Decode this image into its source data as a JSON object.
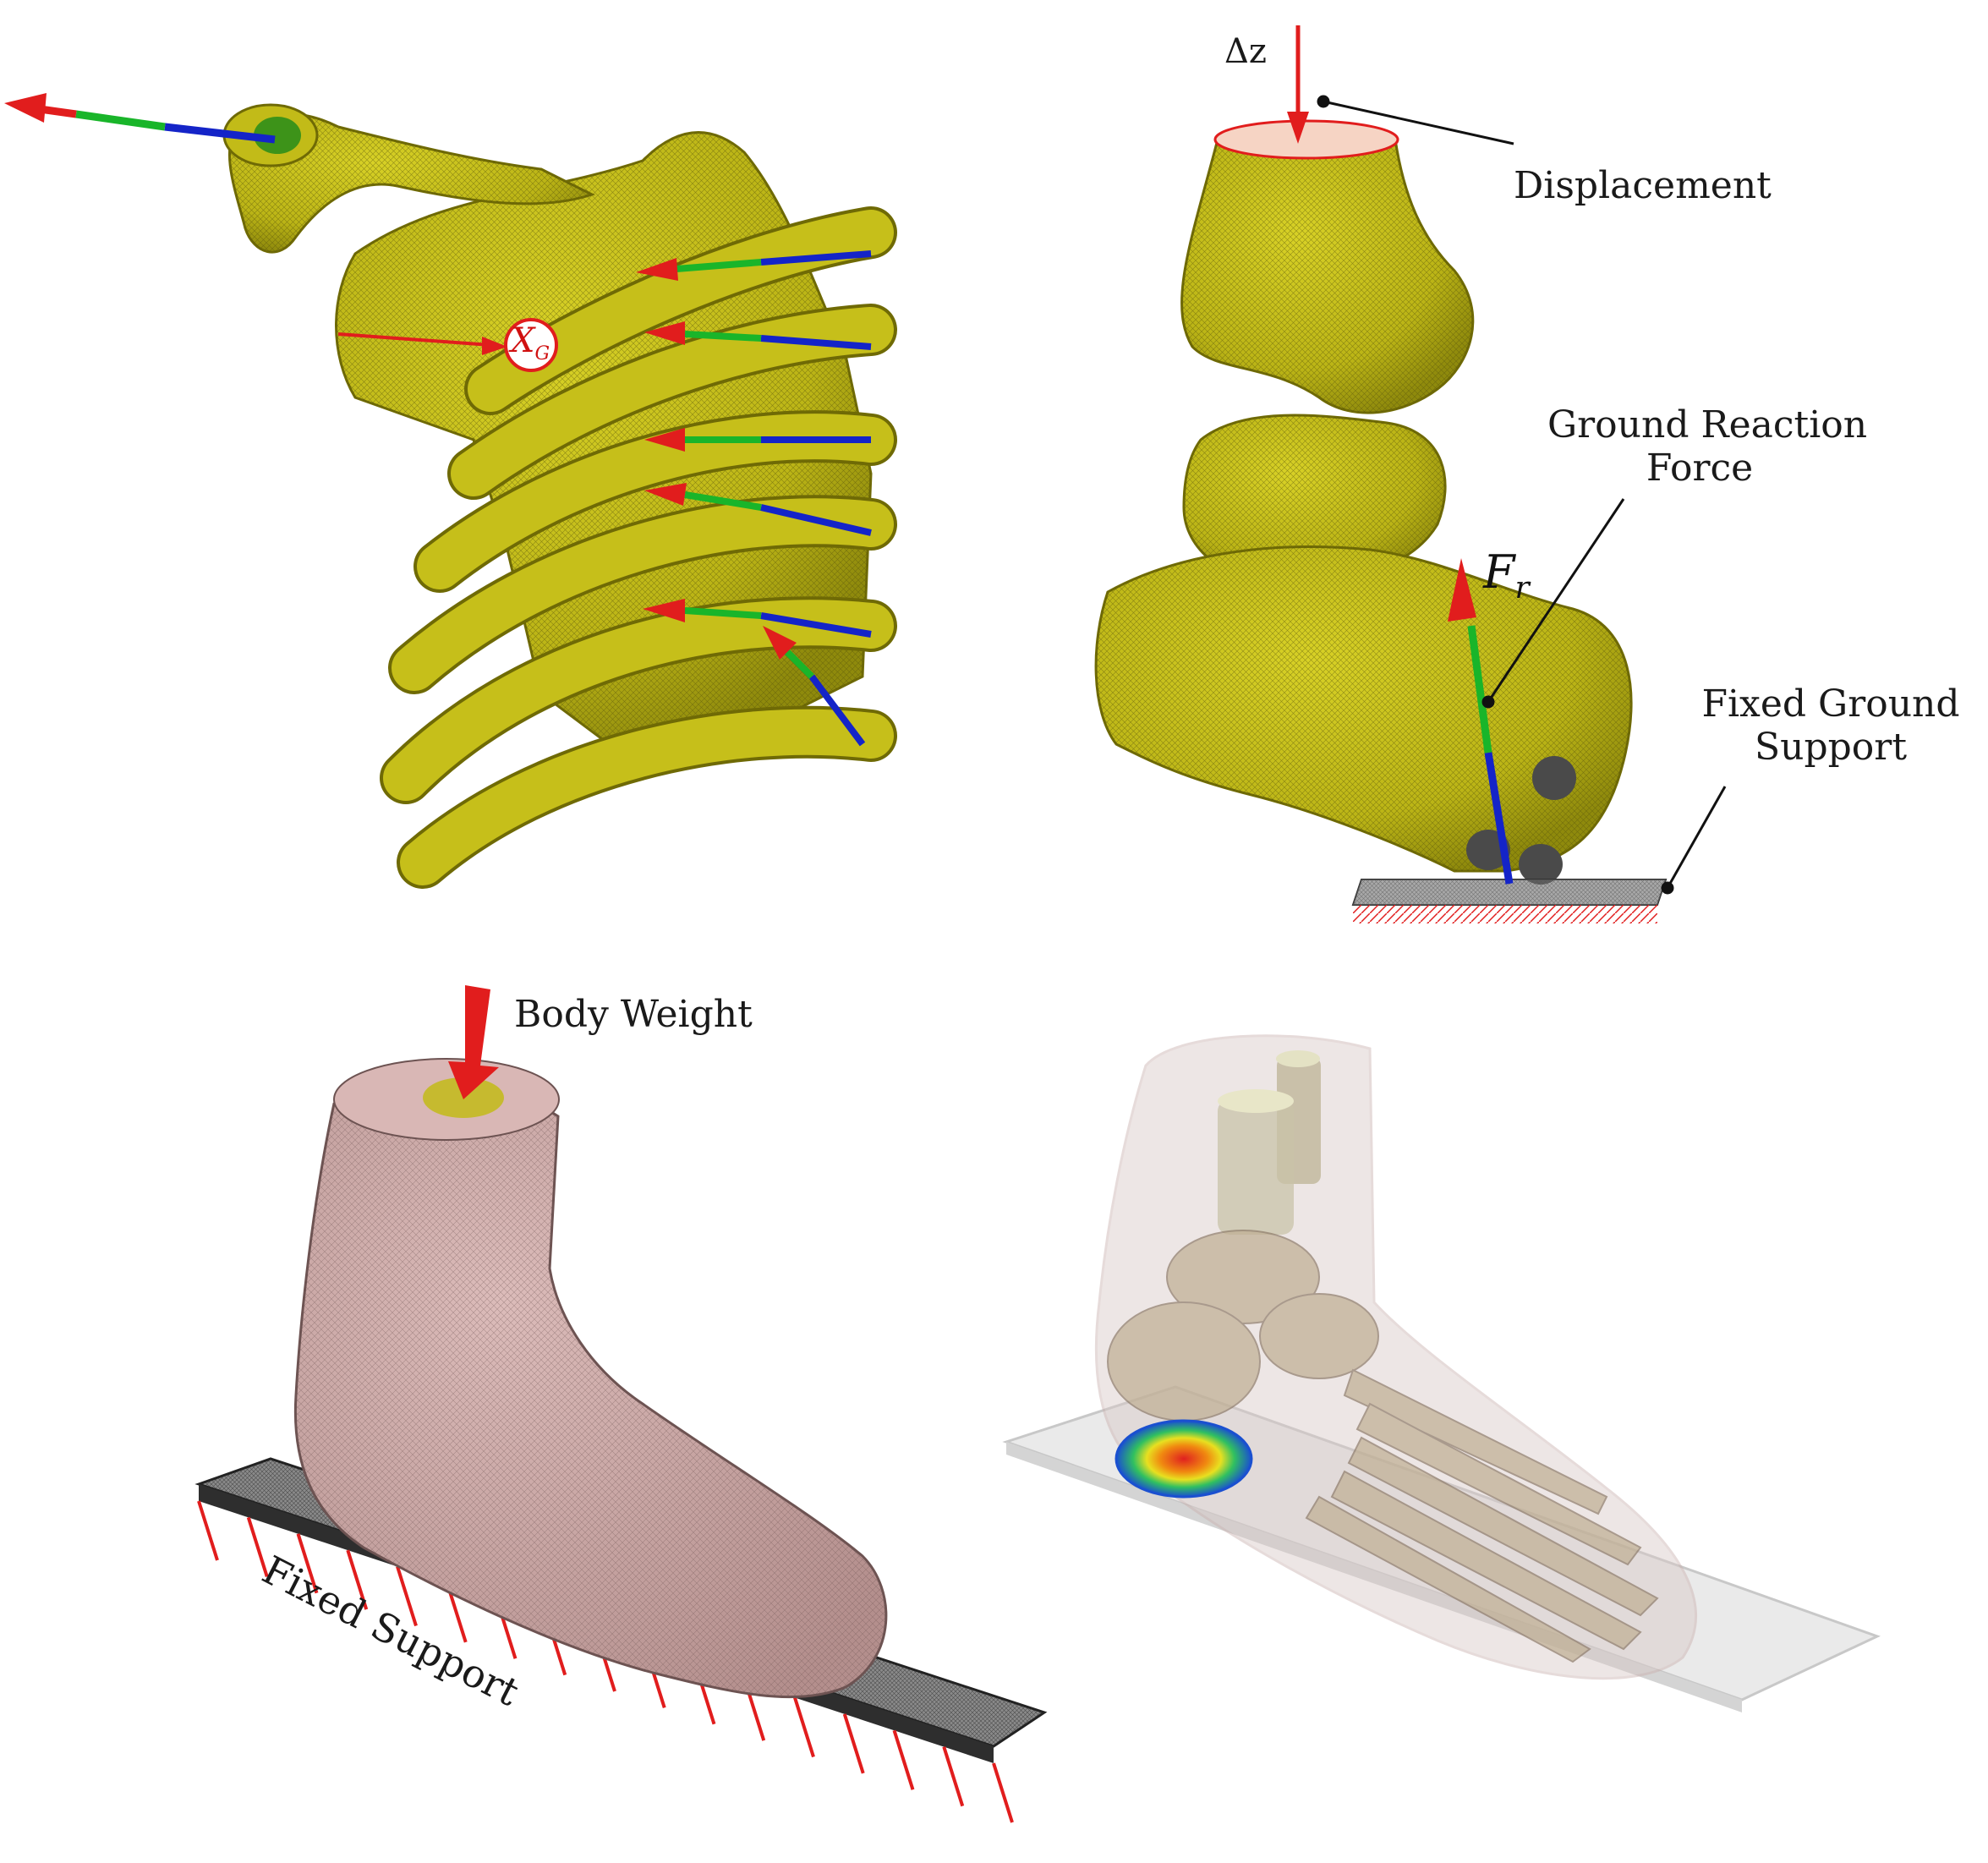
{
  "labels": {
    "xg_main": "X",
    "xg_sub": "G",
    "delta_z": "Δz",
    "displacement": "Displacement",
    "grf_line1": "Ground Reaction",
    "grf_line2": "Force",
    "fr_main": "F",
    "fr_sub": "r",
    "fixed_ground_line1": "Fixed Ground",
    "fixed_ground_line2": "Support",
    "body_weight": "Body Weight",
    "fixed_support": "Fixed Support"
  },
  "colors": {
    "bone_yellow": "#c9c21a",
    "bone_edge": "#6f6a05",
    "skin_pink": "#cfaaa8",
    "plate_gray": "#7d7d7d",
    "arrow_red": "#e11d1d",
    "axis_green": "#19b52a",
    "axis_blue": "#1424c8",
    "glass_white": "#eeeeee"
  },
  "icons": [
    "force-arrow",
    "axis-triad",
    "hatched-ground",
    "pressure-contour"
  ]
}
